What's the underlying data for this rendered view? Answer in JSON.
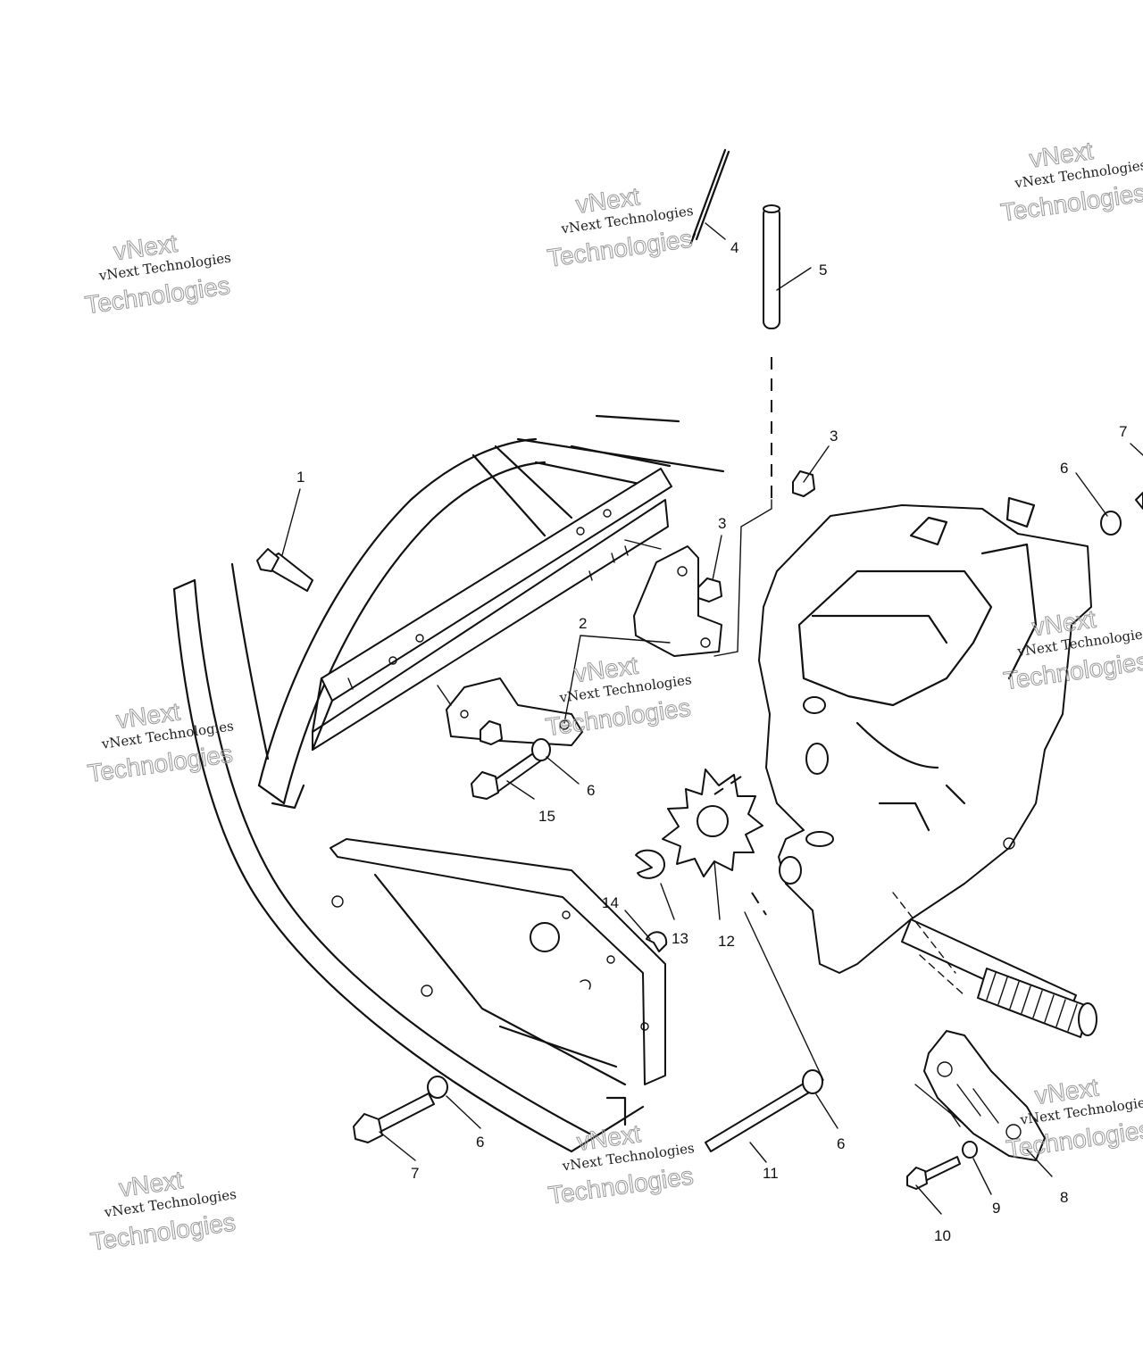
{
  "watermark": {
    "small_text": "vNext Technologies",
    "outline_top": "vNext",
    "outline_bottom": "Technologies"
  },
  "callouts": [
    "1",
    "2",
    "3",
    "3",
    "4",
    "5",
    "6",
    "6",
    "6",
    "6",
    "7",
    "7",
    "8",
    "9",
    "10",
    "11",
    "12",
    "13",
    "14",
    "15"
  ]
}
